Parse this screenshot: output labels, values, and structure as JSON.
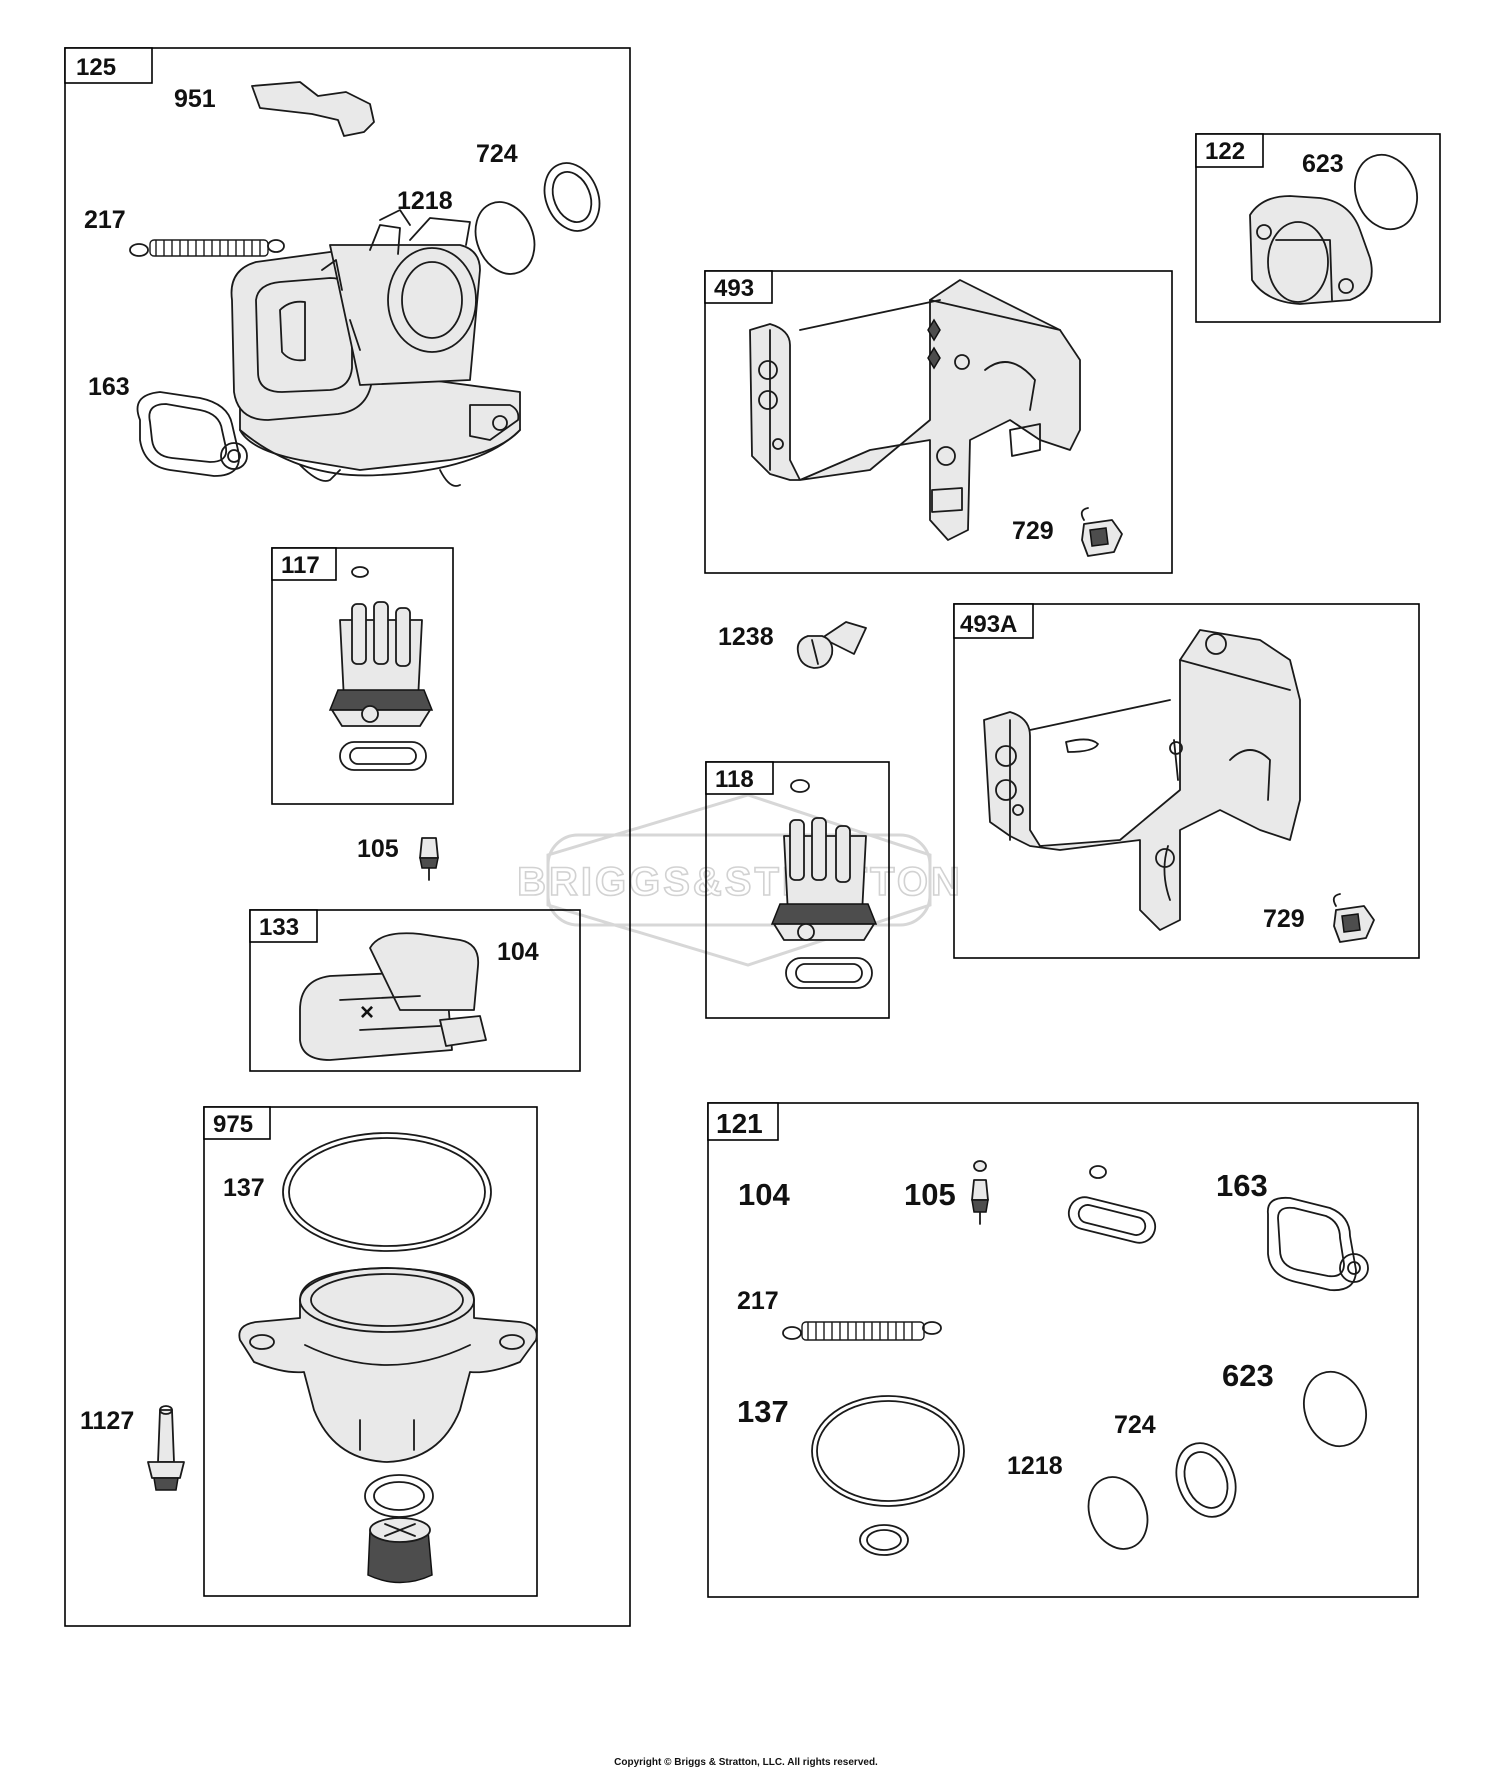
{
  "watermark": "BRIGGS&STRATTON",
  "copyright": "Copyright © Briggs & Stratton, LLC. All rights reserved.",
  "groups": {
    "g125": "125",
    "g117": "117",
    "g133": "133",
    "g975": "975",
    "g122": "122",
    "g493": "493",
    "g493a": "493A",
    "g118": "118",
    "g121": "121"
  },
  "callouts": {
    "c951": "951",
    "c724_top": "724",
    "c1218_top": "1218",
    "c217_top": "217",
    "c163_top": "163",
    "c105_mid": "105",
    "c104_mid": "104",
    "c137_left": "137",
    "c1127": "1127",
    "c623_top": "623",
    "c729_a": "729",
    "c1238": "1238",
    "c729_b": "729",
    "c104_kit": "104",
    "c105_kit": "105",
    "c163_kit": "163",
    "c217_kit": "217",
    "c137_kit": "137",
    "c623_kit": "623",
    "c724_kit": "724",
    "c1218_kit": "1218"
  }
}
